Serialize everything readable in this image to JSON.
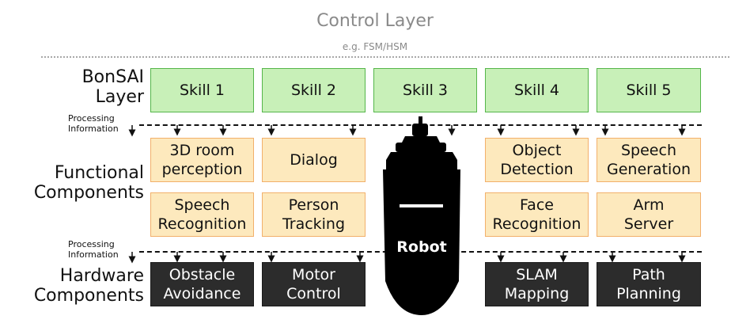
{
  "header": {
    "title": "Control Layer",
    "subtitle": "e.g. FSM/HSM"
  },
  "row_labels": {
    "bonsai": "BonSAI\nLayer",
    "functional": "Functional\nComponents",
    "hardware": "Hardware\nComponents",
    "processing_top": "Processing\nInformation",
    "processing_bottom": "Processing\nInformation"
  },
  "skills": [
    "Skill 1",
    "Skill 2",
    "Skill 3",
    "Skill 4",
    "Skill 5"
  ],
  "functional_row1": [
    "3D room\nperception",
    "Dialog",
    "Object\nDetection",
    "Speech\nGeneration"
  ],
  "functional_row2": [
    "Speech\nRecognition",
    "Person\nTracking",
    "Face\nRecognition",
    "Arm\nServer"
  ],
  "hardware": [
    "Obstacle\nAvoidance",
    "Motor\nControl",
    "SLAM\nMapping",
    "Path\nPlanning"
  ],
  "robot": {
    "label": "Robot"
  },
  "colors": {
    "skill_fill": "#c8f0b8",
    "skill_border": "#55b64a",
    "functional_fill": "#fde9bd",
    "functional_border": "#f2b06b",
    "hardware_fill": "#2c2c2c",
    "robot_fill": "#000000"
  }
}
